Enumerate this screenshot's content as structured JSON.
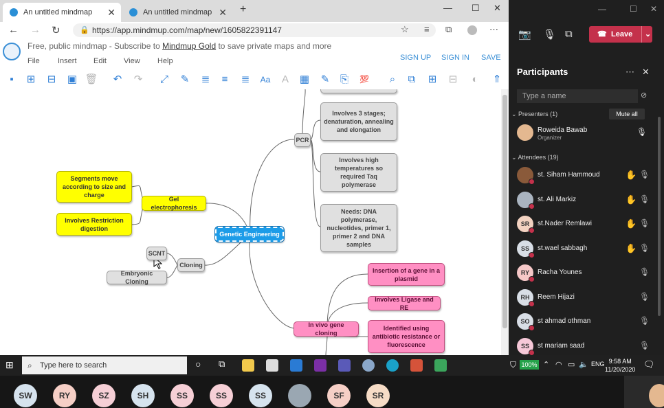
{
  "browser": {
    "tabs": [
      {
        "title": "An untitled mindmap",
        "active": true
      },
      {
        "title": "An untitled mindmap",
        "active": false
      }
    ],
    "new_tab": "+",
    "url": "https://app.mindmup.com/map/new/1605822391147"
  },
  "mindmup": {
    "tagline_pre": "Free, public mindmap - Subscribe to ",
    "tagline_link": "Mindmup Gold",
    "tagline_post": " to save private maps and more",
    "menu": [
      "File",
      "Insert",
      "Edit",
      "View",
      "Help"
    ],
    "account": [
      "SIGN UP",
      "SIGN IN",
      "SAVE"
    ]
  },
  "mindmap": {
    "central": "Genetic Engineering",
    "nodes": {
      "pcr": "PCR",
      "pcr_stages": "Involves 3 stages; denaturation, annealing and elongation",
      "pcr_temp": "Involves high temperatures so required Taq polymerase",
      "pcr_needs": "Needs: DNA polymerase, nucleotides, primer 1, primer 2 and DNA samples",
      "gel": "Gel electrophoresis",
      "gel_size": "Segments move according to size and charge",
      "gel_restriction": "Involves Restriction digestion",
      "cloning": "Cloning",
      "scnt": "SCNT",
      "embryonic": "Embryonic Cloning",
      "invivo": "In vivo gene cloning",
      "invivo_plasmid": "Insertion of a gene in a plasmid",
      "invivo_ligase": "Involves Ligase and RE",
      "invivo_identified": "Identified using antibiotic resistance or fluorescence"
    }
  },
  "teams": {
    "leave": "Leave",
    "title": "Participants",
    "search_placeholder": "Type a name",
    "presenters_label": "Presenters (1)",
    "mute_all": "Mute all",
    "attendees_label": "Attendees (19)",
    "presenter": {
      "name": "Roweida Bawab",
      "role": "Organizer"
    },
    "attendees": [
      {
        "name": "st. Siham Hammoud",
        "initials": "",
        "hand": true,
        "color": "#8a5a3a"
      },
      {
        "name": "st. Ali Markiz",
        "initials": "",
        "hand": true,
        "color": "#aab4c0"
      },
      {
        "name": "st.Nader Remlawi",
        "initials": "SR",
        "hand": true,
        "color": "#f3d2c1"
      },
      {
        "name": "st.wael sabbagh",
        "initials": "SS",
        "hand": true,
        "color": "#d8dee6"
      },
      {
        "name": "Racha Younes",
        "initials": "RY",
        "hand": false,
        "color": "#f6c8c8"
      },
      {
        "name": "Reem Hijazi",
        "initials": "RH",
        "hand": false,
        "color": "#d8dee6"
      },
      {
        "name": "st ahmad othman",
        "initials": "SO",
        "hand": false,
        "color": "#d8dee6"
      },
      {
        "name": "st mariam saad",
        "initials": "SS",
        "hand": false,
        "color": "#f6c8d8"
      }
    ]
  },
  "taskbar": {
    "search_placeholder": "Type here to search",
    "battery": "100%",
    "lang": "ENG",
    "time": "9:58 AM",
    "date": "11/20/2020"
  },
  "video_strip": [
    {
      "initials": "SW",
      "color": "#d6e3ee"
    },
    {
      "initials": "RY",
      "color": "#f6cfc6"
    },
    {
      "initials": "SZ",
      "color": "#f6cfd6"
    },
    {
      "initials": "SH",
      "color": "#d6e3ee"
    },
    {
      "initials": "SS",
      "color": "#f6cfd6"
    },
    {
      "initials": "SS",
      "color": "#f6cfd6"
    },
    {
      "initials": "SS",
      "color": "#d6e3ee"
    },
    {
      "initials": "",
      "color": "#9aa7b2"
    },
    {
      "initials": "SF",
      "color": "#f6cfc6"
    },
    {
      "initials": "SR",
      "color": "#f6dcc6"
    }
  ]
}
